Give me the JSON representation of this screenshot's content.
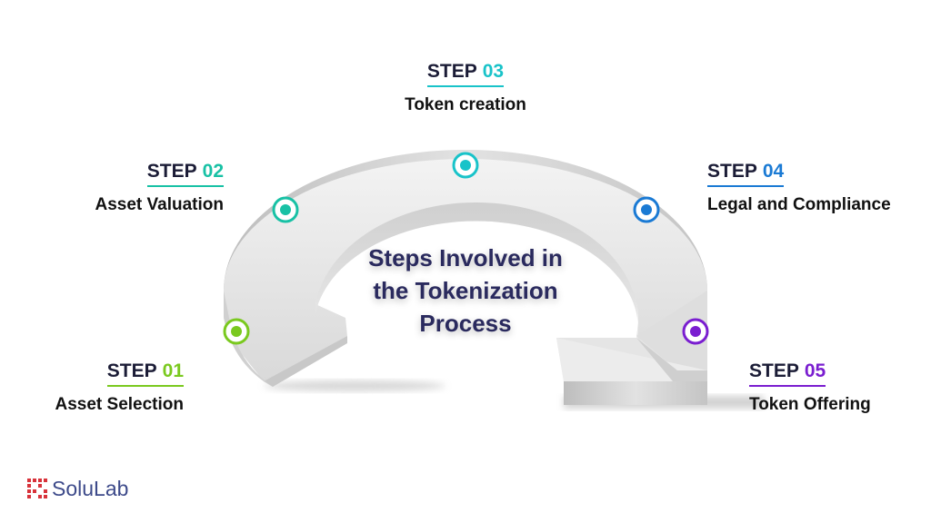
{
  "title_lines": [
    "Steps Involved in",
    "the Tokenization",
    "Process"
  ],
  "steps": [
    {
      "prefix": "STEP",
      "number": "01",
      "description": "Asset Selection",
      "color": "#7ac91f"
    },
    {
      "prefix": "STEP",
      "number": "02",
      "description": "Asset Valuation",
      "color": "#18c1a5"
    },
    {
      "prefix": "STEP",
      "number": "03",
      "description": "Token creation",
      "color": "#19c3c9"
    },
    {
      "prefix": "STEP",
      "number": "04",
      "description": "Legal and Compliance",
      "color": "#1a7ad4"
    },
    {
      "prefix": "STEP",
      "number": "05",
      "description": "Token Offering",
      "color": "#7a1ed0"
    }
  ],
  "logo": {
    "text": "SoluLab",
    "color": "#d8323a"
  }
}
